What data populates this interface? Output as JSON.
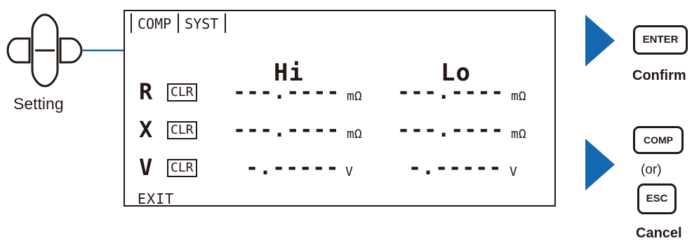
{
  "colors": {
    "accent": "#1568b0",
    "ink": "#231815"
  },
  "left": {
    "setting_label": "Setting"
  },
  "lcd": {
    "tabs": [
      "COMP",
      "SYST"
    ],
    "headers": {
      "hi": "Hi",
      "lo": "Lo"
    },
    "clear_label": "CLR",
    "rows": [
      {
        "label": "R",
        "hi": "---.----",
        "hi_unit": "mΩ",
        "lo": "---.----",
        "lo_unit": "mΩ",
        "selected": true
      },
      {
        "label": "X",
        "hi": "---.----",
        "hi_unit": "mΩ",
        "lo": "---.----",
        "lo_unit": "mΩ",
        "selected": false
      },
      {
        "label": "V",
        "hi": "-.-----",
        "hi_unit": "V",
        "lo": "-.-----",
        "lo_unit": "V",
        "selected": false
      }
    ],
    "exit_label": "EXIT"
  },
  "right": {
    "enter_key": "ENTER",
    "confirm_caption": "Confirm",
    "comp_key": "COMP",
    "or_caption": "(or)",
    "esc_key": "ESC",
    "cancel_caption": "Cancel",
    "arrow_icon": "right-triangle-icon"
  }
}
